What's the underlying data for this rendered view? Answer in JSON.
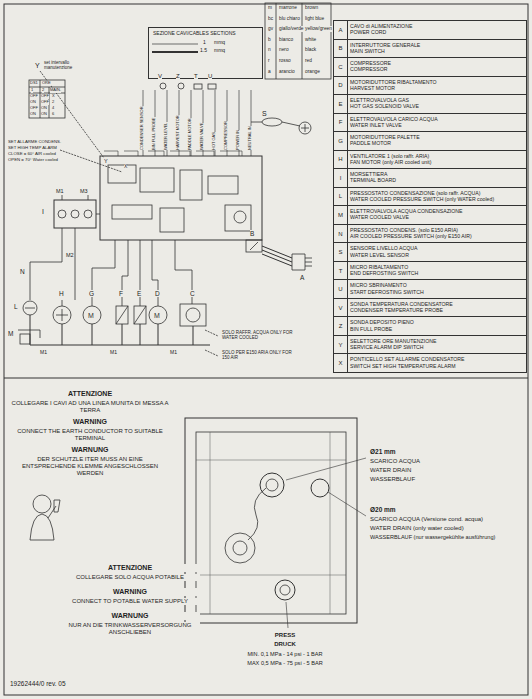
{
  "diagram": {
    "nodes": [
      {
        "text": [
          "SEZIONE CAVI/CABLES SECTIONS"
        ]
      },
      {
        "text": [
          "A",
          "CAVO di ALIMENTAZIONE",
          "POWER CORD"
        ]
      },
      {
        "text": [
          "B",
          "INTERRUTTORE GENERALE",
          "MAIN SWITCH"
        ]
      },
      {
        "text": [
          "C",
          "COMPRESSORE",
          "COMPRESSOR"
        ]
      },
      {
        "text": [
          "D",
          "MOTORIDUTTORE RIBALTAMENTO",
          "HARVEST MOTOR"
        ]
      },
      {
        "text": [
          "E",
          "ELETTROVALVOLA GAS",
          "HOT GAS SOLENOID VALVE"
        ]
      },
      {
        "text": [
          "F",
          "ELETTROVALVOLA CARICO ACQUA",
          "WATER INLET VALVE"
        ]
      },
      {
        "text": [
          "G",
          "MOTORIDUTTORE PALETTE",
          "PADDLE MOTOR"
        ]
      },
      {
        "text": [
          "H",
          "VENTILATORE 1 (solo raffr. ARIA)",
          "FAN MOTOR (only AIR cooled unit)"
        ]
      },
      {
        "text": [
          "I",
          "MORSETTIERA",
          "TERMINAL BOARD"
        ]
      },
      {
        "text": [
          "L",
          "PRESSOSTATO CONDENSAZIONE (solo raffr. ACQUA)",
          "WATER COOLED PRESSURE SWITCH (only WATER cooled)"
        ]
      },
      {
        "text": [
          "M",
          "ELETTROVALVOLA ACQUA CONDENSAZIONE",
          "WATER COOLED VALVE"
        ]
      },
      {
        "text": [
          "N",
          "PRESSOSTATO CONDENS. (solo E150 ARIA)",
          "AIR COOLED PRESSURE SWITCH (only E150 AIR)"
        ]
      },
      {
        "text": [
          "S",
          "SENSORE LIVELLO ACQUA",
          "WATER LEVEL SENSOR"
        ]
      },
      {
        "text": [
          "T",
          "MICRO RIBALTAMENTO",
          "END DEFROSTING SWITCH"
        ]
      },
      {
        "text": [
          "U",
          "MICRO SBRINAMENTO",
          "START DEFROSTING SWITCH"
        ]
      },
      {
        "text": [
          "V",
          "SONDA TEMPERATURA CONDENSATORE",
          "CONDENSER TEMPERATURE PROBE"
        ]
      },
      {
        "text": [
          "Z",
          "SONDA DEPOSITO PIENO",
          "BIN FULL PROBE"
        ]
      },
      {
        "text": [
          "Y",
          "SELETTORE ORE MANUTENZIONE",
          "SERVICE ALARM DIP SWITCH"
        ]
      },
      {
        "text": [
          "X",
          "PONTICELLO SET ALLARME CONDENSATORE",
          "SWITCH SET HIGH TEMPERATURE ALARM"
        ]
      }
    ],
    "labels": [
      "1",
      "mmq",
      "1.5",
      "mmq",
      "m",
      "marrone",
      "brown",
      "bc",
      "blu chiaro",
      "light blue",
      "gv",
      "giallo/verde",
      "yellow/green",
      "b",
      "bianco",
      "white",
      "n",
      "nero",
      "black",
      "r",
      "rosso",
      "red",
      "a",
      "arancio",
      "orange",
      "Y",
      "set intervallo manutenzione",
      "DS1",
      "ORE",
      "1",
      "2",
      "MAIN.",
      "OFF",
      "OFF",
      "X",
      "ON",
      "OFF",
      "2",
      "OFF",
      "ON",
      "4",
      "ON",
      "ON",
      "6",
      "SET ALLARME CONDENS.",
      "SET HIGH TEMP ALARM",
      "CLOSE = 60° AIR cooled",
      "OPEN = 70° Water cooled",
      "CONDENSER SENSOR",
      "BIN FULL PROBE",
      "WATER LEVEL",
      "HARVEST MOTOR",
      "PADDLE MOTOR",
      "WATER VALVE",
      "HOT GAS",
      "COMPRESSOR",
      "POWER IN",
      "NEUTRAL IN",
      "V",
      "Z",
      "T",
      "U",
      "S",
      "Y",
      "X",
      "M1",
      "M3",
      "I",
      "M2",
      "N",
      "L",
      "H",
      "G",
      "F",
      "E",
      "D",
      "C",
      "M",
      "B",
      "A",
      "M1",
      "M1",
      "M1",
      "SOLO RAFFR. ACQUA ONLY FOR WATER COOLED",
      "SOLO PER E150 ARIA ONLY FOR 150 AIR",
      "ATTENZIONE",
      "COLLEGARE I CAVI AD UNA LINEA MUNITA DI MESSA A TERRA",
      "WARNING",
      "CONNECT THE EARTH CONDUCTOR TO SUITABLE TERMINAL",
      "WARNUNG",
      "DER SCHUTZLE ITER MUSS AN EINE ENTSPRECHENDE KLEMME ANGESCHLOSSEN WERDEN",
      "Ø21 mm",
      "SCARICO ACQUA",
      "WATER DRAIN",
      "WASSERBLAUF",
      "Ø20 mm",
      "SCARICO ACQUA (Versione cond. acqua)",
      "WATER DRAIN (only water cooled)",
      "WASSERBLAUF (nur wassergekühlte ausführung)",
      "ATTENZIONE",
      "COLLEGARE SOLO ACQUA POTABILE",
      "WARNING",
      "CONNECT TO POTABLE WATER SUPPLY",
      "WARNUNG",
      "NUR AN DIE TRINKWASSERVERSORGUNG ANSCHLIEBEN",
      "PRESS",
      "DRUCK",
      "MIN. 0,1 MPa - 14 psi - 1 BAR",
      "MAX 0,5 MPa - 75 psi - 5 BAR",
      "19262444/0 rev. 05"
    ]
  }
}
